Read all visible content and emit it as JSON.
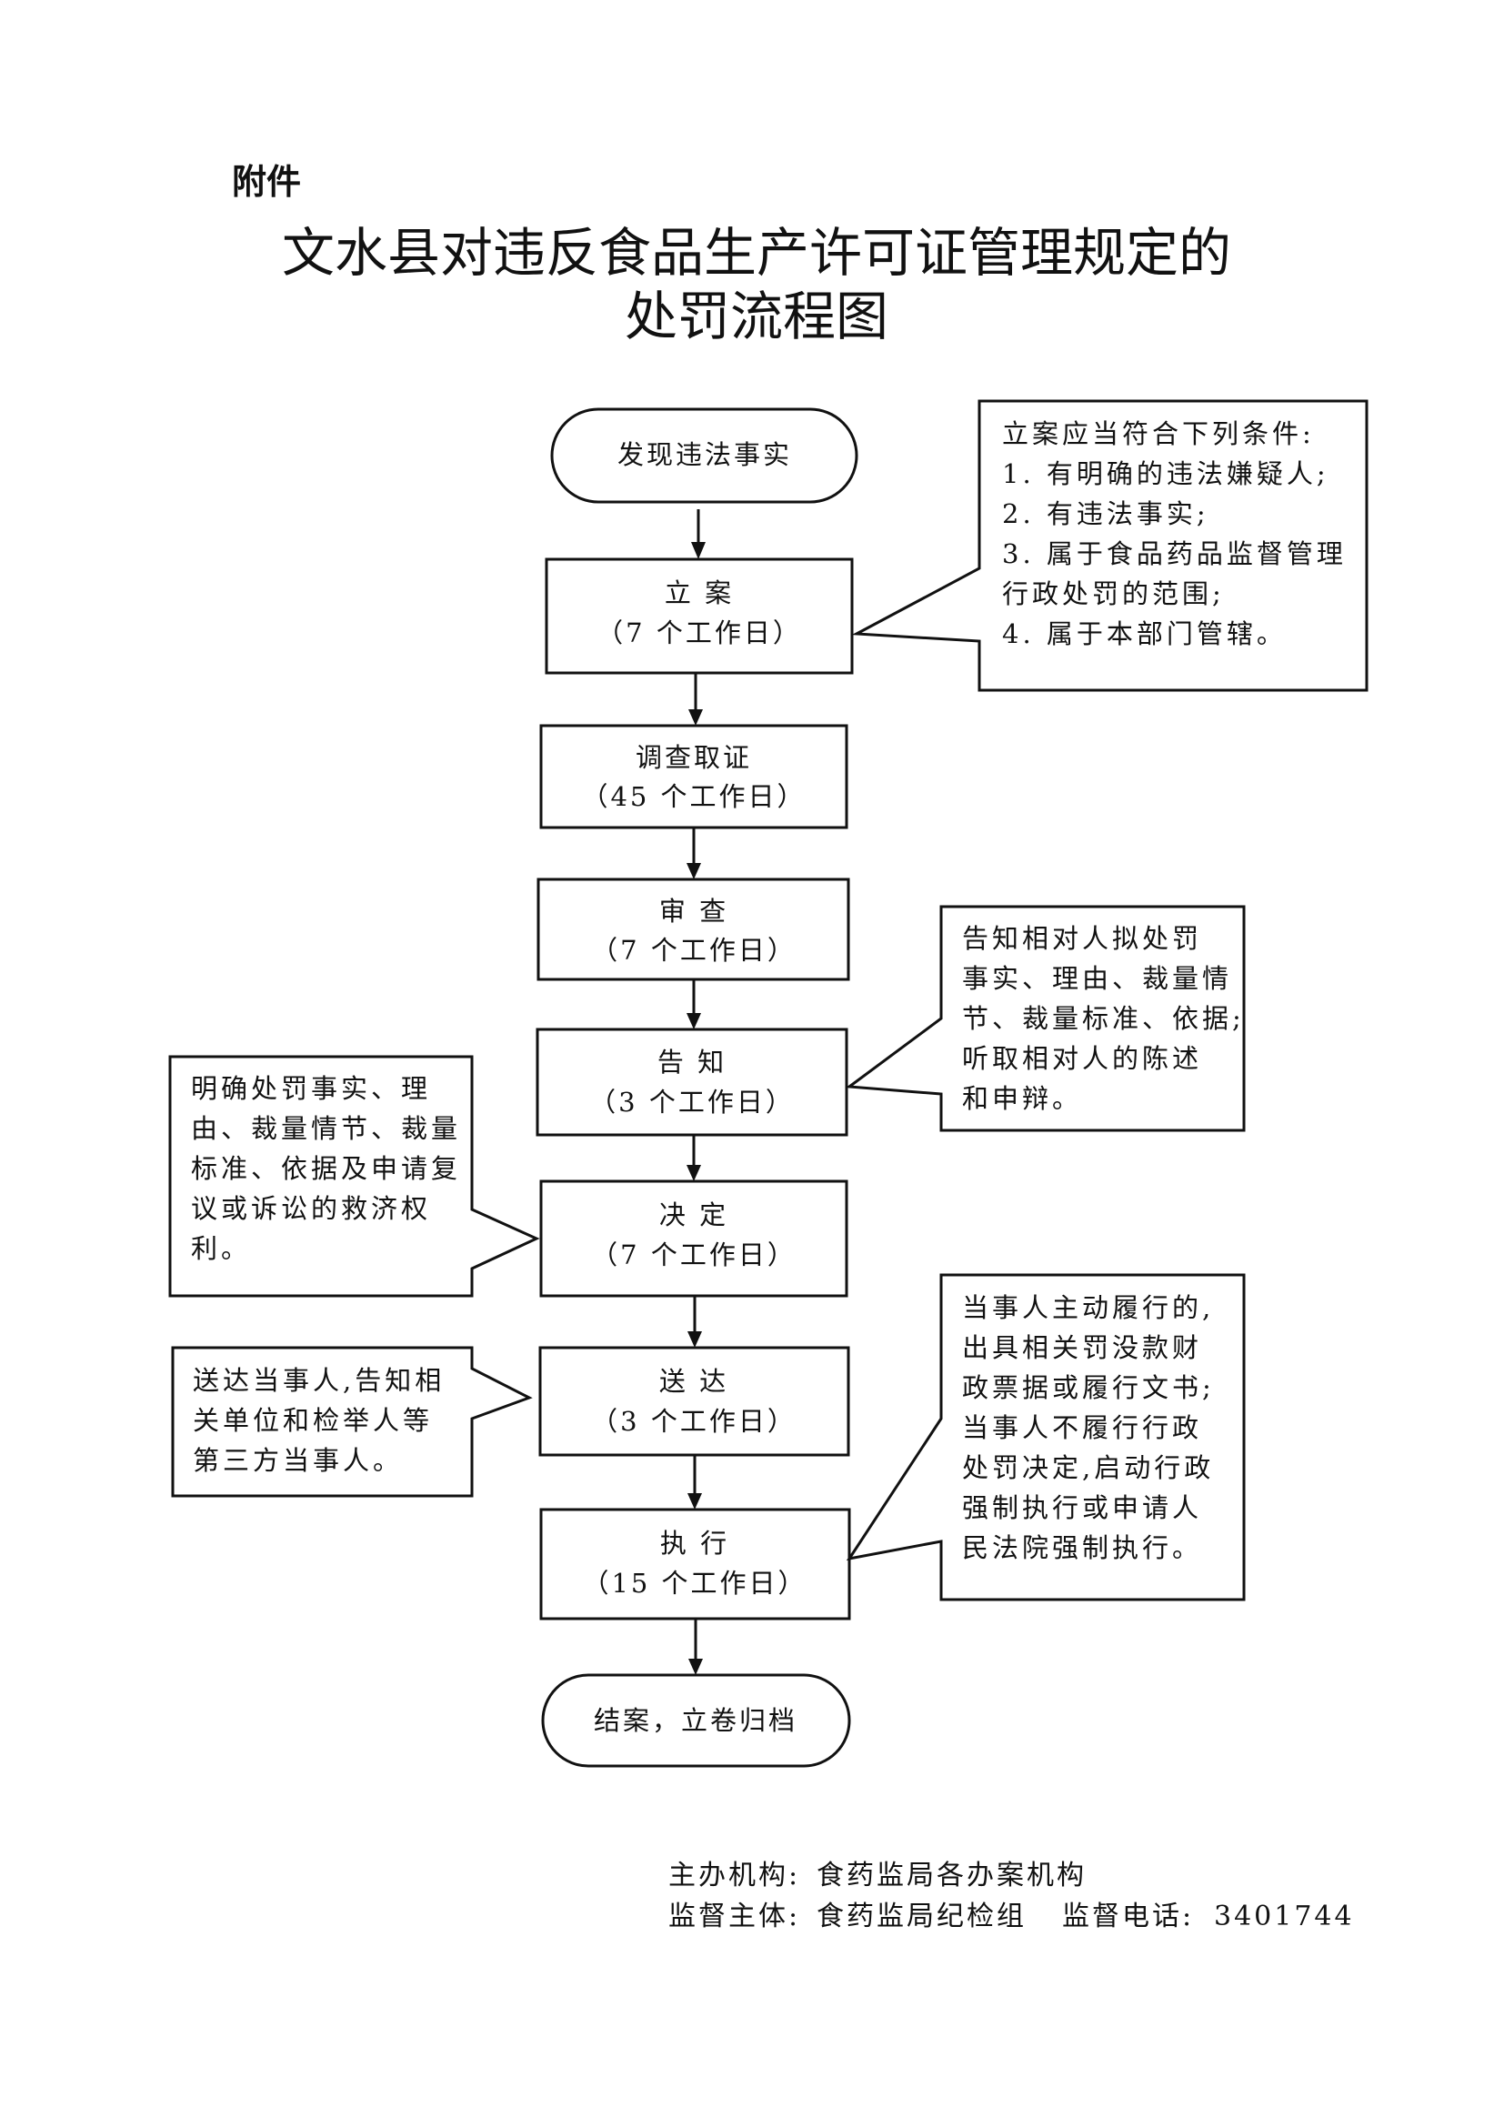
{
  "header": {
    "attachment_label": "附件",
    "title_line1": "文水县对违反食品生产许可证管理规定的",
    "title_line2": "处罚流程图"
  },
  "flow": {
    "start": "发现违法事实",
    "steps": [
      {
        "name": "立 案",
        "days": "（7 个工作日）"
      },
      {
        "name": "调查取证",
        "days": "（45 个工作日）"
      },
      {
        "name": "审 查",
        "days": "（7 个工作日）"
      },
      {
        "name": "告 知",
        "days": "（3 个工作日）"
      },
      {
        "name": "决 定",
        "days": "（7 个工作日）"
      },
      {
        "name": "送 达",
        "days": "（3 个工作日）"
      },
      {
        "name": "执 行",
        "days": "（15 个工作日）"
      }
    ],
    "end": "结案，立卷归档"
  },
  "notes": {
    "filing": [
      "立案应当符合下列条件:",
      "1. 有明确的违法嫌疑人;",
      "2. 有违法事实;",
      "3. 属于食品药品监督管理",
      "行政处罚的范围;",
      "4. 属于本部门管辖。"
    ],
    "notify": [
      "告知相对人拟处罚",
      "事实、理由、裁量情",
      "节、裁量标准、依据;",
      "听取相对人的陈述",
      "和申辩。"
    ],
    "decision": [
      "明确处罚事实、理",
      "由、裁量情节、裁量",
      "标准、依据及申请复",
      "议或诉讼的救济权",
      "利。"
    ],
    "delivery": [
      "送达当事人,告知相",
      "关单位和检举人等",
      "第三方当事人。"
    ],
    "execution": [
      "当事人主动履行的,",
      "出具相关罚没款财",
      "政票据或履行文书;",
      "当事人不履行行政",
      "处罚决定,启动行政",
      "强制执行或申请人",
      "民法院强制执行。"
    ]
  },
  "footer": {
    "organizer_label": "主办机构:",
    "organizer": "食药监局各办案机构",
    "supervisor_label": "监督主体:",
    "supervisor": "食药监局纪检组",
    "phone_label": "监督电话:",
    "phone": "3401744"
  }
}
